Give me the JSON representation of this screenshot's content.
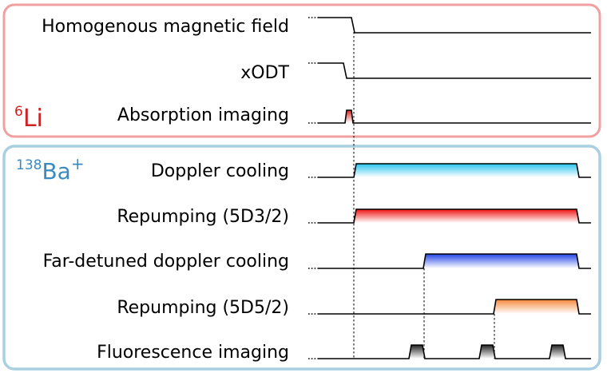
{
  "li_panel": {
    "species_mass": "6",
    "species_symbol": "Li",
    "color": "#cc2222",
    "border_color": "#f0a0a0",
    "channels": [
      {
        "label": "Homogenous magnetic field"
      },
      {
        "label": "xODT"
      },
      {
        "label": "Absorption imaging"
      }
    ]
  },
  "ba_panel": {
    "species_mass": "138",
    "species_symbol": "Ba",
    "species_charge": "+",
    "color": "#3a8cc0",
    "border_color": "#a9cfe3",
    "channels": [
      {
        "label": "Doppler cooling",
        "pulse_color": "#27c4ee"
      },
      {
        "label": "Repumping (5D3/2)",
        "pulse_color": "#ee1111"
      },
      {
        "label": "Far-detuned doppler cooling",
        "pulse_color": "#3355ee"
      },
      {
        "label": "Repumping (5D5/2)",
        "pulse_color": "#f5883a"
      },
      {
        "label": "Fluorescence imaging",
        "pulse_color": "#222222"
      }
    ]
  }
}
